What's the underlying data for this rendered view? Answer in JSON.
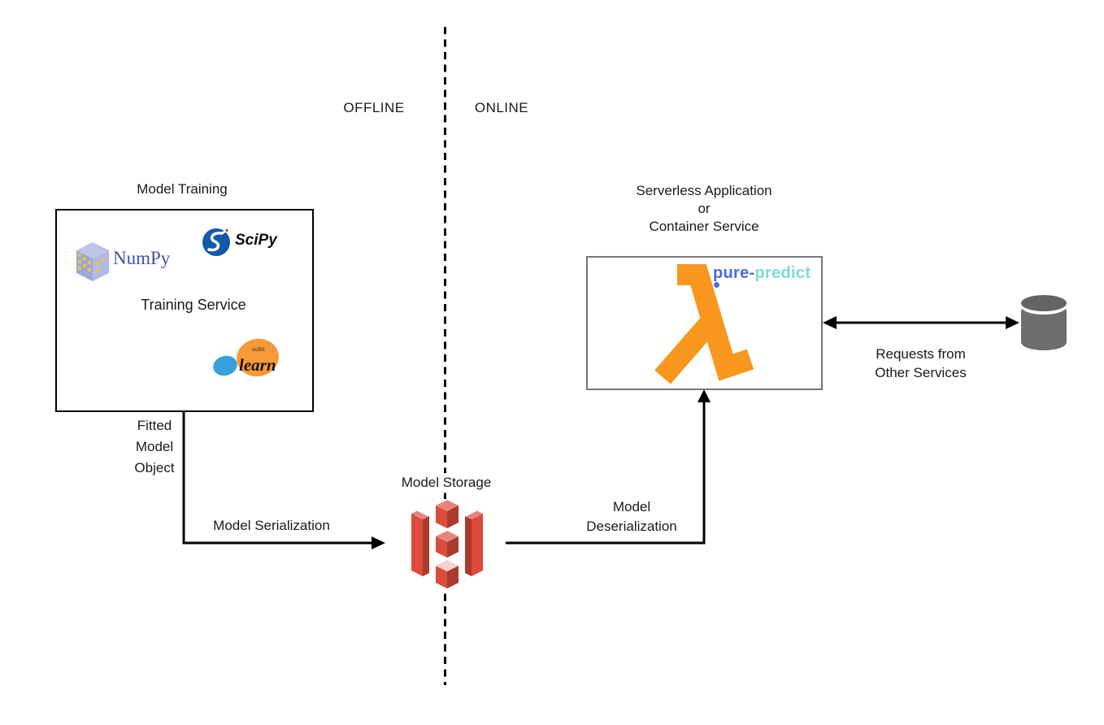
{
  "zones": {
    "offline": "OFFLINE",
    "online": "ONLINE"
  },
  "training": {
    "title": "Model Training",
    "service_label": "Training Service",
    "numpy": "NumPy",
    "scipy": "SciPy",
    "sklearn_scikit": "scikit",
    "sklearn_learn": "learn"
  },
  "flow": {
    "fitted_lines": [
      "Fitted",
      "Model",
      "Object"
    ],
    "serialization_label": "Model Serialization",
    "storage_title": "Model Storage",
    "deserialization_lines": [
      "Model",
      "Deserialization"
    ],
    "requests_lines": [
      "Requests from",
      "Other Services"
    ]
  },
  "serverless": {
    "title_lines": [
      "Serverless Application",
      "or",
      "Container Service"
    ],
    "logo": {
      "pure": "pure-",
      "predict": "predict"
    }
  },
  "colors": {
    "lambda_orange": "#F8961D",
    "s3_red": "#DC4B3C",
    "s3_red_dark": "#A93B2E",
    "s3_red_mid": "#E8857A",
    "s3_red_light": "#F6D2CC",
    "database_gray": "#6E6E6E",
    "pure_blue": "#4B6BDC",
    "predict_teal": "#7CDCD2",
    "scipy_blue": "#1259A6",
    "numpy_text_blue": "#4253A3",
    "sklearn_blue": "#38A1DB",
    "sklearn_orange": "#F79939",
    "line_black": "#000000"
  }
}
